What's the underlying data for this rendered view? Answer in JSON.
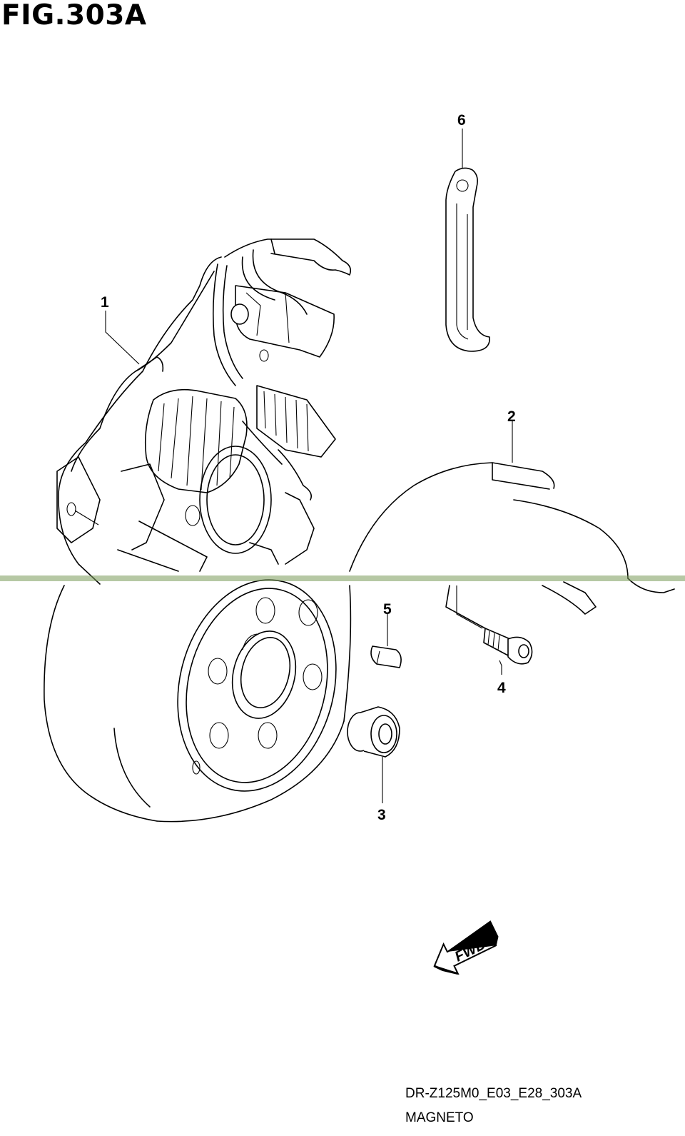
{
  "title": "FIG.303A",
  "callouts": {
    "c1": "1",
    "c2": "2",
    "c3": "3",
    "c4": "4",
    "c5": "5",
    "c6": "6"
  },
  "fwd_label": "FWD",
  "footer": {
    "code": "DR-Z125M0_E03_E28_303A",
    "name": "MAGNETO"
  },
  "colors": {
    "ink": "#000000",
    "background": "#ffffff",
    "scan_band": "#7a9a5a"
  }
}
